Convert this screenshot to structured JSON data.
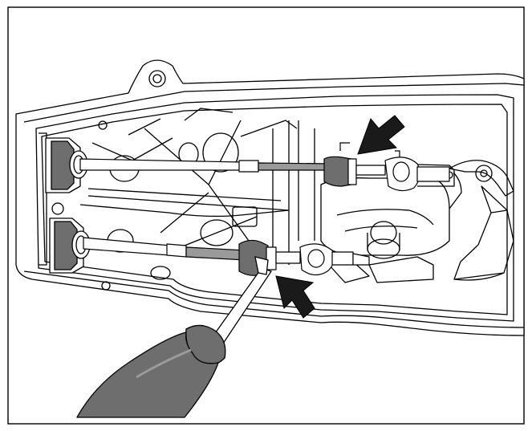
{
  "figure": {
    "text_labels": [],
    "arrows": [
      {
        "name": "upper-connector-arrow",
        "direction": "down-left"
      },
      {
        "name": "lower-connector-arrow",
        "direction": "up-left"
      }
    ],
    "colors": {
      "line": "#000000",
      "paper": "#ffffff",
      "cable_shade": "#9a9a9a",
      "handle_shade": "#6e6e6e",
      "arrow_fill": "#1a1a1a"
    }
  }
}
